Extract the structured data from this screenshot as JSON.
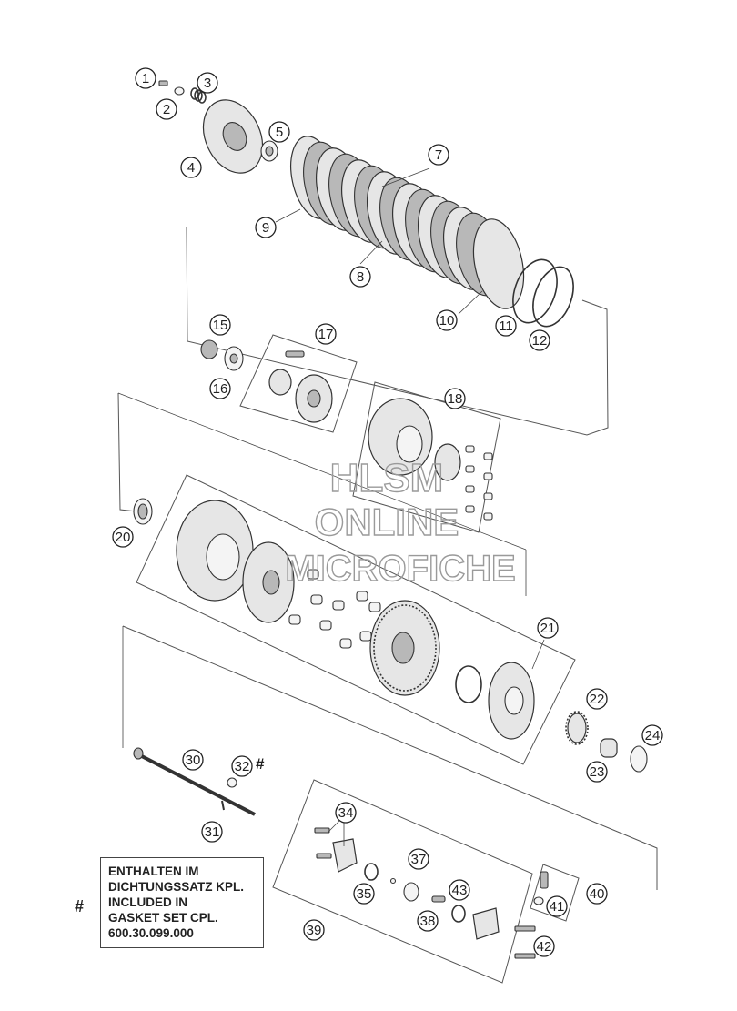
{
  "callouts": [
    "1",
    "2",
    "3",
    "4",
    "5",
    "7",
    "8",
    "9",
    "10",
    "11",
    "12",
    "15",
    "16",
    "17",
    "18",
    "20",
    "21",
    "22",
    "23",
    "24",
    "30",
    "31",
    "32",
    "34",
    "35",
    "37",
    "38",
    "39",
    "40",
    "41",
    "42",
    "43"
  ],
  "watermark": {
    "line1": "HLSM",
    "line2": "ONLINE",
    "line3": "MICROFICHE"
  },
  "note": {
    "hash": "#",
    "lines": [
      "ENTHALTEN IM",
      "DICHTUNGSSATZ KPL.",
      "INCLUDED IN",
      "GASKET SET CPL.",
      "600.30.099.000"
    ]
  },
  "marker_32": "#"
}
